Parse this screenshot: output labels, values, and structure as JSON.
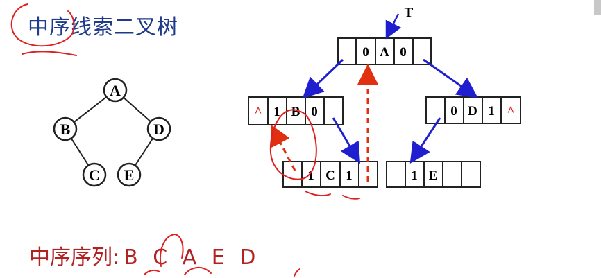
{
  "title": "中序线索二叉树",
  "sequence": {
    "label": "中序序列:",
    "values": "B C A E D"
  },
  "pointer_label": "T",
  "tree": {
    "nodes": [
      "A",
      "B",
      "D",
      "C",
      "E"
    ]
  },
  "thread_nodes": {
    "A": [
      "",
      "0",
      "A",
      "0",
      ""
    ],
    "B": [
      "^",
      "1",
      "B",
      "0",
      ""
    ],
    "D": [
      "",
      "0",
      "D",
      "1",
      "^"
    ],
    "C": [
      "",
      "1",
      "C",
      "1",
      ""
    ],
    "E": [
      "",
      "1",
      "E",
      "",
      ""
    ]
  },
  "colors": {
    "title": "#1f3a8a",
    "sequence": "#b22222",
    "child_arrow": "#1f1fd0",
    "thread_arrow": "#e03010",
    "annotation": "#e02020"
  }
}
